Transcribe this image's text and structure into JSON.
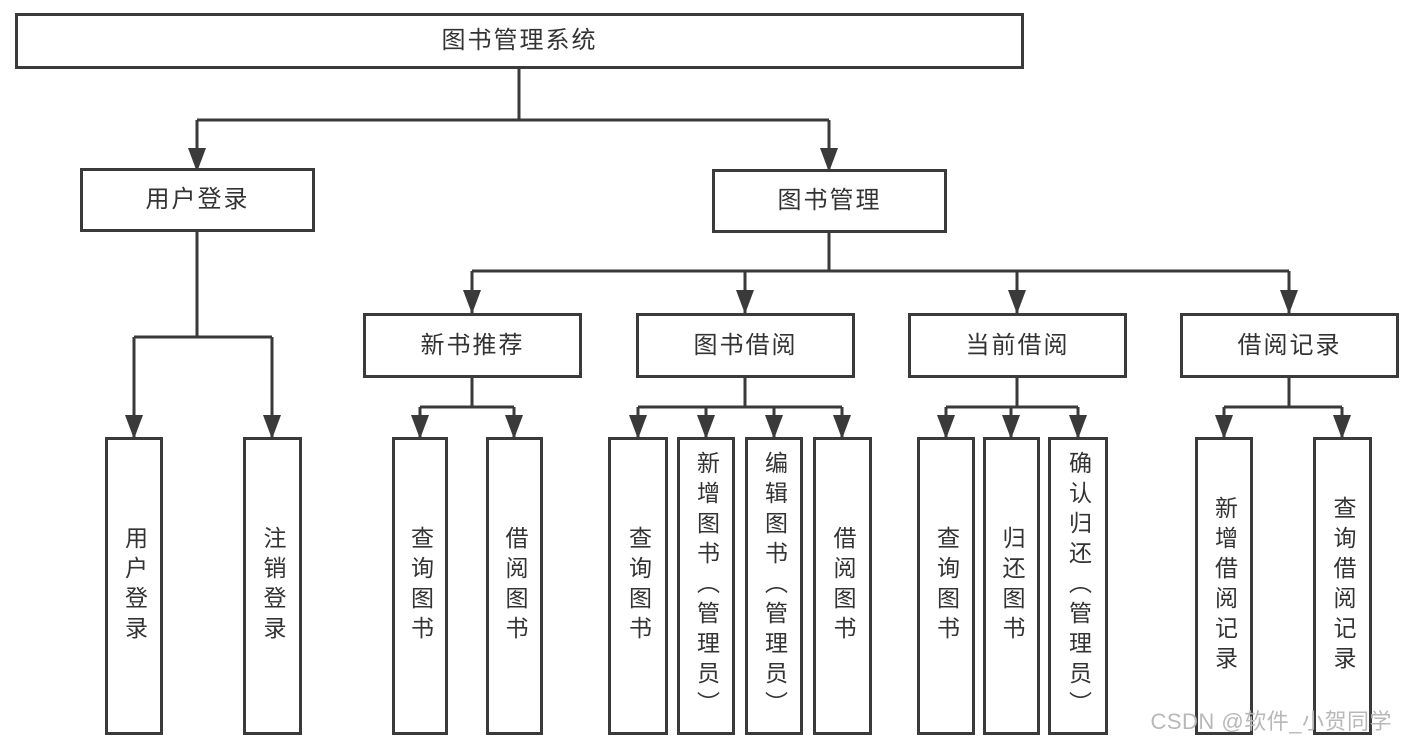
{
  "tree": {
    "label": "图书管理系统",
    "children": [
      {
        "label": "用户登录",
        "children": [
          {
            "label": "用户登录"
          },
          {
            "label": "注销登录"
          }
        ]
      },
      {
        "label": "图书管理",
        "children": [
          {
            "label": "新书推荐",
            "children": [
              {
                "label": "查询图书"
              },
              {
                "label": "借阅图书"
              }
            ]
          },
          {
            "label": "图书借阅",
            "children": [
              {
                "label": "查询图书"
              },
              {
                "label": "新增图书（管理员）"
              },
              {
                "label": "编辑图书（管理员）"
              },
              {
                "label": "借阅图书"
              }
            ]
          },
          {
            "label": "当前借阅",
            "children": [
              {
                "label": "查询图书"
              },
              {
                "label": "归还图书"
              },
              {
                "label": "确认归还（管理员）"
              }
            ]
          },
          {
            "label": "借阅记录",
            "children": [
              {
                "label": "新增借阅记录"
              },
              {
                "label": "查询借阅记录"
              }
            ]
          }
        ]
      }
    ]
  },
  "watermark": {
    "text": "CSDN @软件_小贺同学"
  },
  "colors": {
    "line": "#3a3a3a",
    "border": "#3a3a3a",
    "text": "#333333",
    "watermark": "#b8b8b8",
    "background": "#ffffff"
  }
}
